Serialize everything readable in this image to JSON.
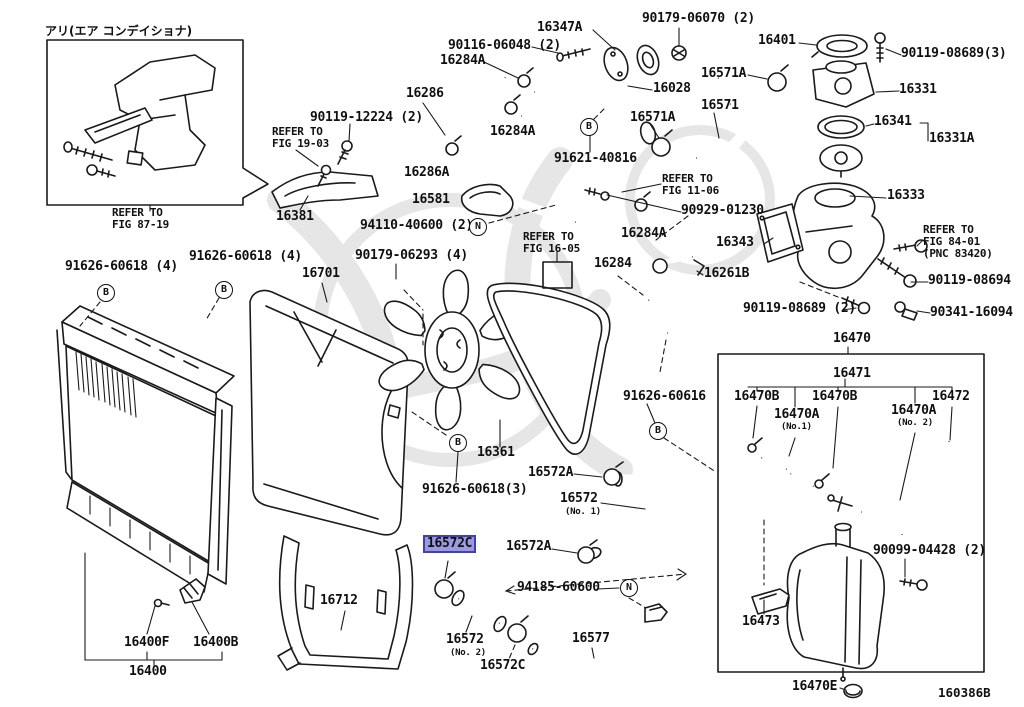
{
  "title_note_jp": "アリ(エア コンデイショナ)",
  "diagram_code": "160386B",
  "highlight": {
    "part": "16572C",
    "color": "#9a9ade",
    "border": "#4040b2"
  },
  "markers": {
    "b": "B",
    "n": "N"
  },
  "refs": {
    "fig8719_1": "REFER TO",
    "fig8719_2": "FIG 87-19",
    "fig1903_1": "REFER TO",
    "fig1903_2": "FIG 19-03",
    "fig1106_1": "REFER TO",
    "fig1106_2": "FIG 11-06",
    "fig1605_1": "REFER TO",
    "fig1605_2": "FIG 16-05",
    "fig8401_1": "REFER TO",
    "fig8401_2": "FIG 84-01",
    "fig8401_3": "(PNC 83420)"
  },
  "subs": {
    "s16572_1": "(No. 1)",
    "s16572_2": "(No. 2)",
    "s16470A_1": "(No.1)",
    "s16470A_2": "(No. 2)"
  },
  "labels": {
    "n90119_12224": "90119-12224 (2)",
    "n16381": "16381",
    "n16286": "16286",
    "n90116_06048": "90116-06048 (2)",
    "n16284A_1": "16284A",
    "n16347A": "16347A",
    "n90179_06070": "90179-06070 (2)",
    "n16401": "16401",
    "n90119_08689_3": "90119-08689(3)",
    "n16571A_1": "16571A",
    "n16331": "16331",
    "n16028": "16028",
    "n16571": "16571",
    "n16341": "16341",
    "n16331A": "16331A",
    "n16571A_2": "16571A",
    "n16284A_2": "16284A",
    "n91621_40816": "91621-40816",
    "n16286A": "16286A",
    "n16581": "16581",
    "n94110_40600": "94110-40600 (2)",
    "n90929_01230": "90929-01230",
    "n16333": "16333",
    "n16343": "16343",
    "n16284A_3": "16284A",
    "n16261B": "16261B",
    "n90119_08694": "90119-08694",
    "n16284": "16284",
    "n90341_16094": "90341-16094",
    "n90119_08689_2": "90119-08689 (2)",
    "n91626_60618_4a": "91626-60618 (4)",
    "n91626_60618_4b": "91626-60618 (4)",
    "n16701": "16701",
    "n90179_06293": "90179-06293 (4)",
    "n91626_60616": "91626-60616",
    "n16361": "16361",
    "n91626_60618_3": "91626-60618(3)",
    "n16572A_1": "16572A",
    "n16572_1": "16572",
    "n16572C_hl": "16572C",
    "n16572A_2": "16572A",
    "n94185_60600": "94185-60600",
    "n16572_2": "16572",
    "n16572C_2": "16572C",
    "n16577": "16577",
    "n16470": "16470",
    "n16471": "16471",
    "n16470B_1": "16470B",
    "n16470B_2": "16470B",
    "n16472": "16472",
    "n16470A_1": "16470A",
    "n16470A_2": "16470A",
    "n90099_04428": "90099-04428 (2)",
    "n16473": "16473",
    "n16470E": "16470E",
    "n16400F": "16400F",
    "n16400B": "16400B",
    "n16400": "16400",
    "n16712": "16712"
  }
}
